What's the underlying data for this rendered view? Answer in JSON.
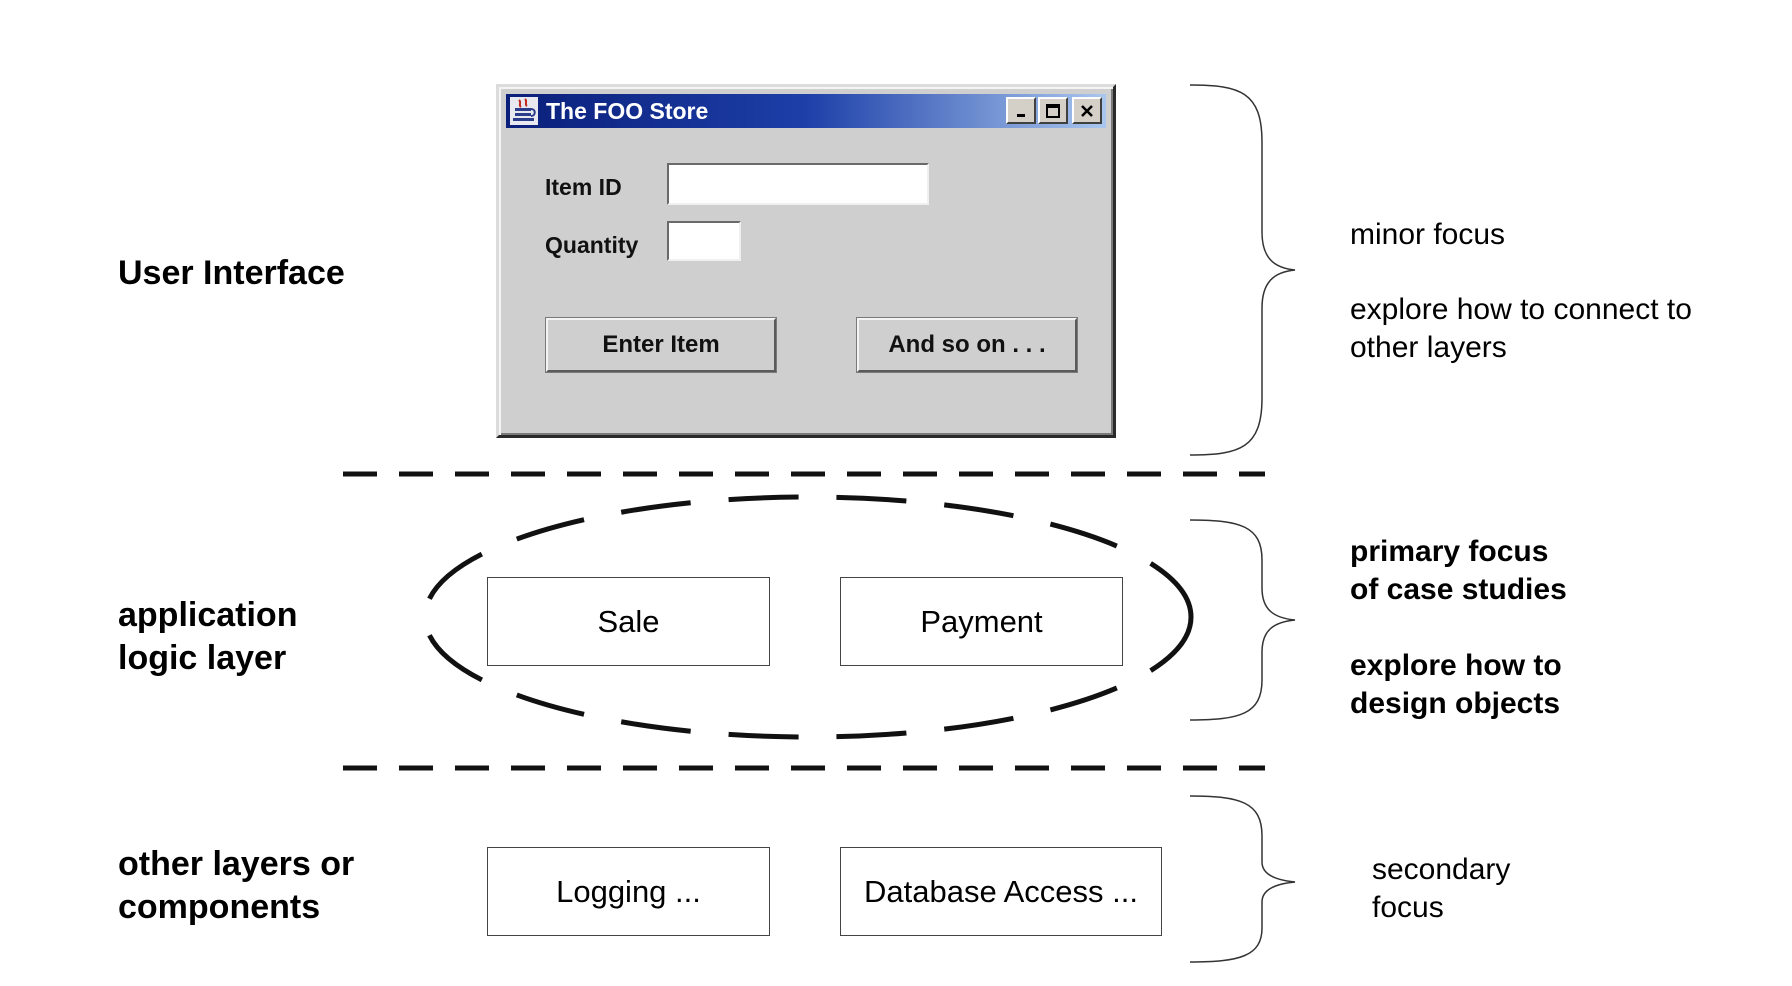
{
  "layers": {
    "ui": {
      "label": "User Interface"
    },
    "app": {
      "label": "application\nlogic layer"
    },
    "other": {
      "label": "other layers or\ncomponents"
    }
  },
  "dialog": {
    "title": "The FOO Store",
    "item_id_label": "Item ID",
    "item_id_value": "",
    "quantity_label": "Quantity",
    "quantity_value": "",
    "enter_button": "Enter Item",
    "more_button": "And so on . . ."
  },
  "app_objects": [
    "Sale",
    "Payment"
  ],
  "other_components": [
    "Logging ...",
    "Database Access ..."
  ],
  "notes": {
    "ui_focus": "minor focus",
    "ui_detail": "explore how to connect to\nother layers",
    "app_focus": "primary focus\nof case studies",
    "app_detail": "explore how to\ndesign objects",
    "other_focus": "secondary\nfocus"
  }
}
